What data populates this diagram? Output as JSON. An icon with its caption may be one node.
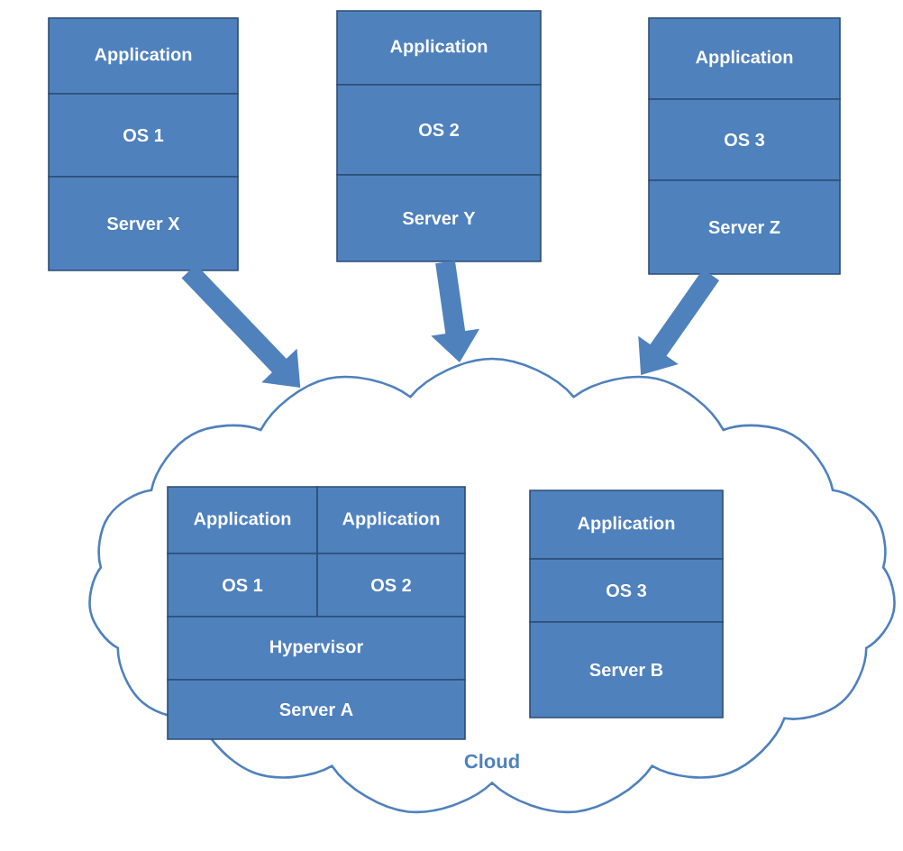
{
  "diagram": {
    "nodes": [
      {
        "text": [
          "Application"
        ]
      },
      {
        "text": [
          "OS 1"
        ]
      },
      {
        "text": [
          "Server X"
        ]
      },
      {
        "text": [
          "Application"
        ]
      },
      {
        "text": [
          "OS 2"
        ]
      },
      {
        "text": [
          "Server Y"
        ]
      },
      {
        "text": [
          "Application"
        ]
      },
      {
        "text": [
          "OS 3"
        ]
      },
      {
        "text": [
          "Server Z"
        ]
      },
      {
        "text": [
          "Cloud"
        ]
      },
      {
        "text": [
          "Application"
        ],
        "in": 9
      },
      {
        "text": [
          "Application"
        ],
        "in": 9
      },
      {
        "text": [
          "OS 1"
        ],
        "in": 9
      },
      {
        "text": [
          "OS 2"
        ],
        "in": 9
      },
      {
        "text": [
          "Hypervisor"
        ],
        "in": 9
      },
      {
        "text": [
          "Server A"
        ],
        "in": 9
      },
      {
        "text": [
          "Application"
        ],
        "in": 9
      },
      {
        "text": [
          "OS 3"
        ],
        "in": 9
      },
      {
        "text": [
          "Server B"
        ],
        "in": 9
      }
    ],
    "edges": [
      {
        "from": 2,
        "to": 9,
        "arrow": "to"
      },
      {
        "from": 5,
        "to": 9,
        "arrow": "to"
      },
      {
        "from": 8,
        "to": 9,
        "arrow": "to"
      }
    ]
  }
}
